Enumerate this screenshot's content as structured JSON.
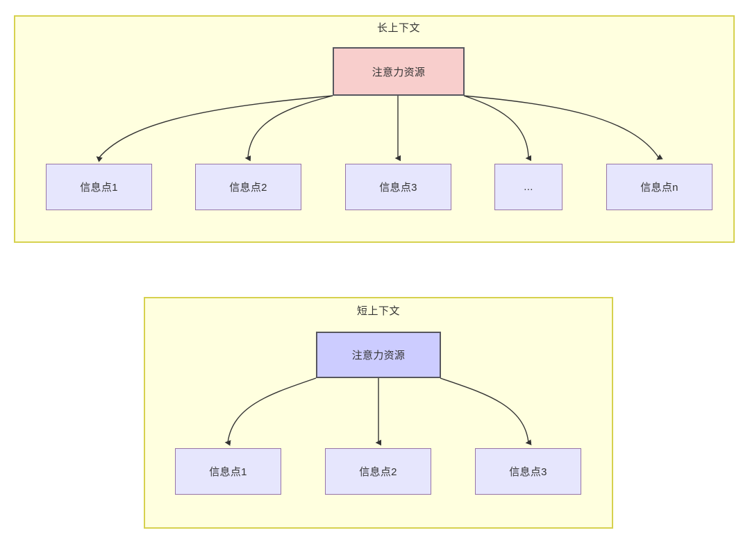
{
  "diagram": {
    "type": "attention-allocation-comparison",
    "background": "#ffffff",
    "panel_fill": "#ffffdf",
    "panel_stroke": "#d6d14e",
    "edge_color": "#333333",
    "panels": [
      {
        "id": "long-context",
        "title": "长上下文",
        "root": {
          "label": "注意力资源",
          "fill": "#f8cecc",
          "stroke": "#56565e"
        },
        "children": [
          {
            "label": "信息点1",
            "fill": "#e6e6fd",
            "stroke": "#9673a6"
          },
          {
            "label": "信息点2",
            "fill": "#e6e6fd",
            "stroke": "#9673a6"
          },
          {
            "label": "信息点3",
            "fill": "#e6e6fd",
            "stroke": "#9673a6"
          },
          {
            "label": "...",
            "fill": "#e6e6fd",
            "stroke": "#9673a6"
          },
          {
            "label": "信息点n",
            "fill": "#e6e6fd",
            "stroke": "#9673a6"
          }
        ]
      },
      {
        "id": "short-context",
        "title": "短上下文",
        "root": {
          "label": "注意力资源",
          "fill": "#ccccff",
          "stroke": "#56565e"
        },
        "children": [
          {
            "label": "信息点1",
            "fill": "#e6e6fd",
            "stroke": "#9673a6"
          },
          {
            "label": "信息点2",
            "fill": "#e6e6fd",
            "stroke": "#9673a6"
          },
          {
            "label": "信息点3",
            "fill": "#e6e6fd",
            "stroke": "#9673a6"
          }
        ]
      }
    ]
  }
}
